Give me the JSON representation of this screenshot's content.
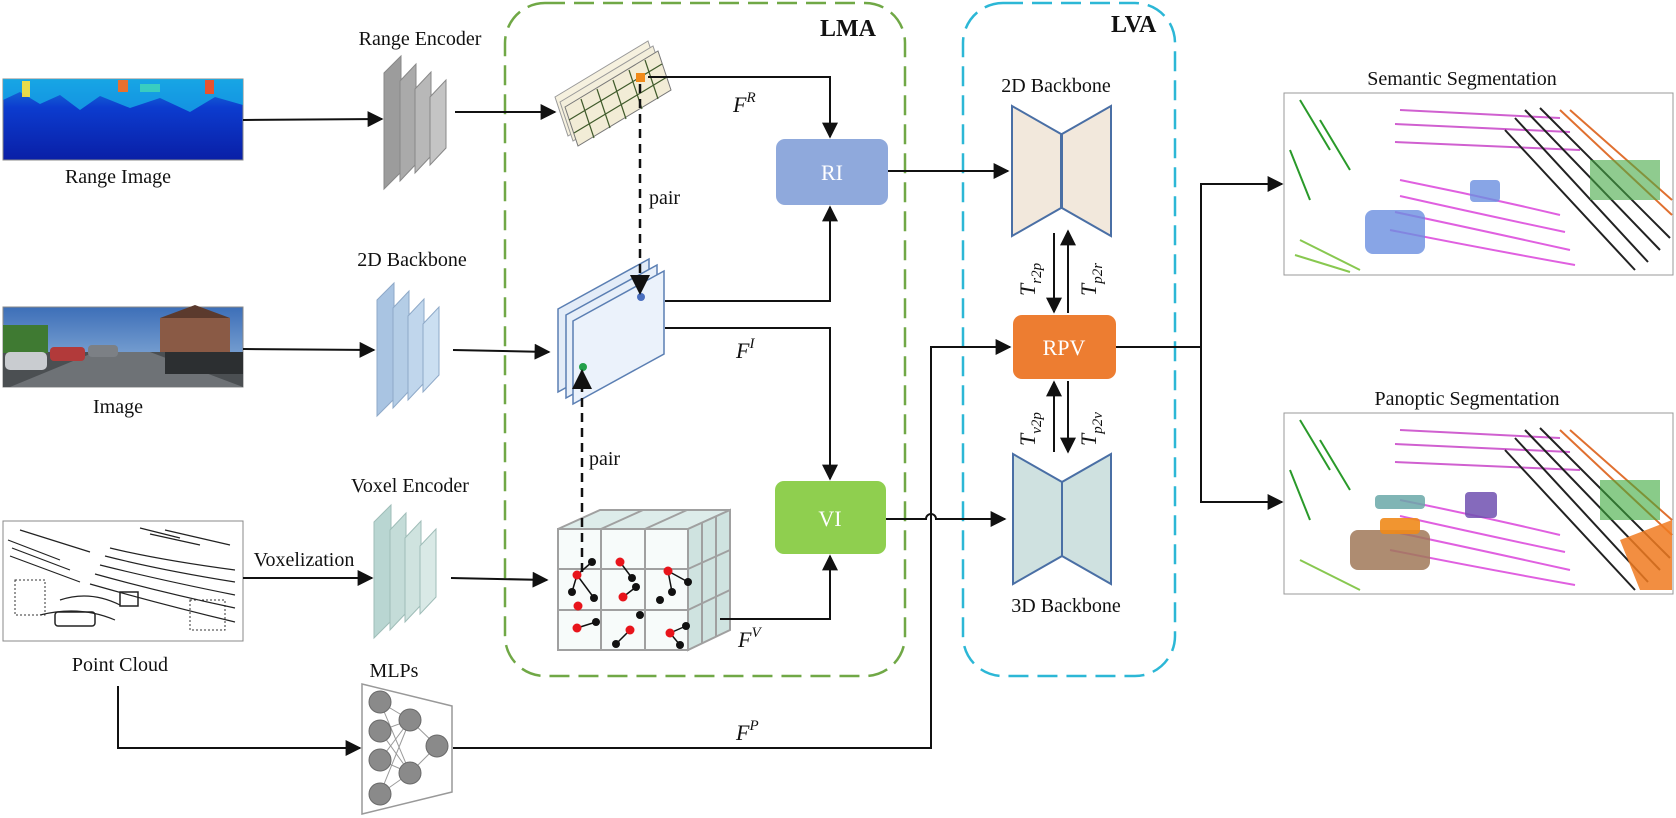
{
  "modules": {
    "lma_title": "LMA",
    "lva_title": "LVA"
  },
  "inputs": {
    "range_image": "Range Image",
    "image": "Image",
    "point_cloud": "Point Cloud"
  },
  "encoders": {
    "range_encoder": "Range Encoder",
    "backbone_2d_left": "2D Backbone",
    "voxel_encoder": "Voxel Encoder",
    "voxelization": "Voxelization",
    "mlps": "MLPs"
  },
  "features": {
    "range": {
      "base": "F",
      "sup": "R"
    },
    "image": {
      "base": "F",
      "sup": "I"
    },
    "voxel": {
      "base": "F",
      "sup": "V"
    },
    "point": {
      "base": "F",
      "sup": "P"
    }
  },
  "pair_labels": {
    "top": "pair",
    "bottom": "pair"
  },
  "blocks": {
    "ri": {
      "label": "RI",
      "color": "#8fa9dc"
    },
    "vi": {
      "label": "VI",
      "color": "#8fcf4f"
    },
    "rpv": {
      "label": "RPV",
      "color": "#ed7d31"
    }
  },
  "lva": {
    "backbone_2d": "2D Backbone",
    "backbone_3d": "3D Backbone"
  },
  "transforms": {
    "r2p": {
      "base": "T",
      "sub": "r2p"
    },
    "p2r": {
      "base": "T",
      "sub": "p2r"
    },
    "v2p": {
      "base": "T",
      "sub": "v2p"
    },
    "p2v": {
      "base": "T",
      "sub": "p2v"
    }
  },
  "outputs": {
    "semantic": "Semantic Segmentation",
    "panoptic": "Panoptic Segmentation"
  },
  "colors": {
    "lma_border": "#70a846",
    "lva_border": "#2cb7d6",
    "range_encoder": "#a9a9a9",
    "backbone_2d_left": "#b4cde6",
    "voxel_encoder": "#c4dcd8",
    "backbone_2d_lva": "#f2e8dc",
    "backbone_3d_lva": "#cfe1e0"
  }
}
